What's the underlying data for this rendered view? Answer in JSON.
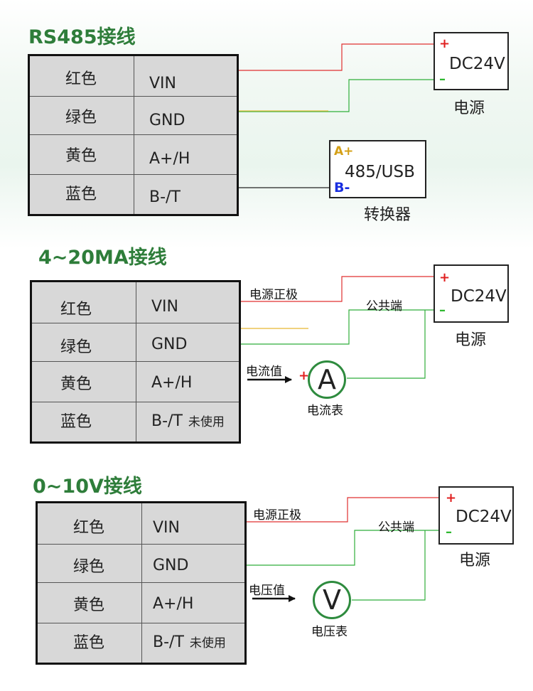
{
  "sections": [
    {
      "title": "RS485接线",
      "rows": [
        {
          "color": "红色",
          "signal": "VIN",
          "note": ""
        },
        {
          "color": "绿色",
          "signal": "GND",
          "note": ""
        },
        {
          "color": "黄色",
          "signal": "A+/H",
          "note": ""
        },
        {
          "color": "蓝色",
          "signal": "B-/T",
          "note": ""
        }
      ],
      "power": {
        "label": "DC24V",
        "caption": "电源",
        "plus": "+",
        "minus": "–"
      },
      "converter": {
        "label": "485/USB",
        "caption": "转换器",
        "a": "A+",
        "b": "B-"
      }
    },
    {
      "title": "4~20MA接线",
      "rows": [
        {
          "color": "红色",
          "signal": "VIN",
          "note": ""
        },
        {
          "color": "绿色",
          "signal": "GND",
          "note": ""
        },
        {
          "color": "黄色",
          "signal": "A+/H",
          "note": ""
        },
        {
          "color": "蓝色",
          "signal": "B-/T",
          "note": "未使用"
        }
      ],
      "power": {
        "label": "DC24V",
        "caption": "电源",
        "plus": "+",
        "minus": "–"
      },
      "positive_label": "电源正极",
      "common_label": "公共端",
      "value_label": "电流值",
      "meter": {
        "symbol": "A",
        "caption": "电流表",
        "plus": "+"
      }
    },
    {
      "title": "0~10V接线",
      "rows": [
        {
          "color": "红色",
          "signal": "VIN",
          "note": ""
        },
        {
          "color": "绿色",
          "signal": "GND",
          "note": ""
        },
        {
          "color": "黄色",
          "signal": "A+/H",
          "note": ""
        },
        {
          "color": "蓝色",
          "signal": "B-/T",
          "note": "未使用"
        }
      ],
      "power": {
        "label": "DC24V",
        "caption": "电源",
        "plus": "+",
        "minus": "–"
      },
      "positive_label": "电源正极",
      "common_label": "公共端",
      "value_label": "电压值",
      "meter": {
        "symbol": "V",
        "caption": "电压表"
      }
    }
  ],
  "colors": {
    "title": "#2e7d3a",
    "red_wire": "#e03030",
    "green_wire": "#2fae3a",
    "yellow_wire": "#e8b830",
    "black_wire": "#222222"
  }
}
